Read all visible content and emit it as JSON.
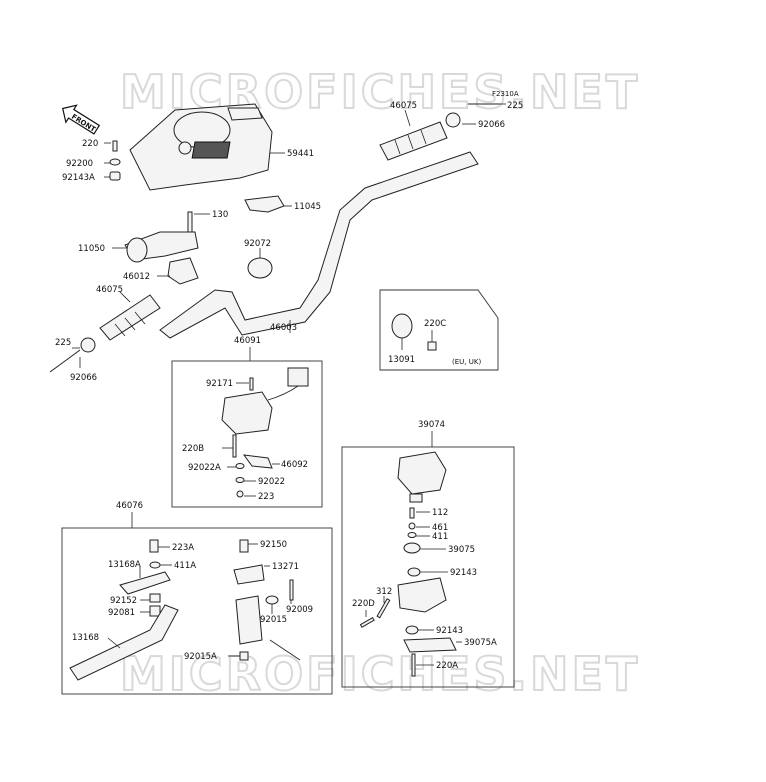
{
  "watermark": "MICROFICHES.NET",
  "front_arrow": "FRONT",
  "figure_code": "F2310A",
  "note_region": "(EU, UK)",
  "labels": {
    "l220": "220",
    "l92200": "92200",
    "l92143A": "92143A",
    "l59441": "59441",
    "l11045": "11045",
    "l130": "130",
    "l11050": "11050",
    "l46012": "46012",
    "l92072": "92072",
    "l46075a": "46075",
    "l46075b": "46075",
    "l225a": "225",
    "l225b": "225",
    "l92066a": "92066",
    "l92066b": "92066",
    "l46003": "46003",
    "l220C": "220C",
    "l13091": "13091",
    "l46091": "46091",
    "l92171": "92171",
    "l220B": "220B",
    "l92022A": "92022A",
    "l46092": "46092",
    "l92022": "92022",
    "l223": "223",
    "l39074": "39074",
    "l112": "112",
    "l461": "461",
    "l411": "411",
    "l39075": "39075",
    "l92143a": "92143",
    "l312": "312",
    "l220D": "220D",
    "l92143b": "92143",
    "l39075A": "39075A",
    "l220A": "220A",
    "l46076": "46076",
    "l223A": "223A",
    "l13168A": "13168A",
    "l411A": "411A",
    "l92152": "92152",
    "l92081": "92081",
    "l13168": "13168",
    "l92150": "92150",
    "l13271": "13271",
    "l92009": "92009",
    "l92015": "92015",
    "l92015A": "92015A"
  }
}
